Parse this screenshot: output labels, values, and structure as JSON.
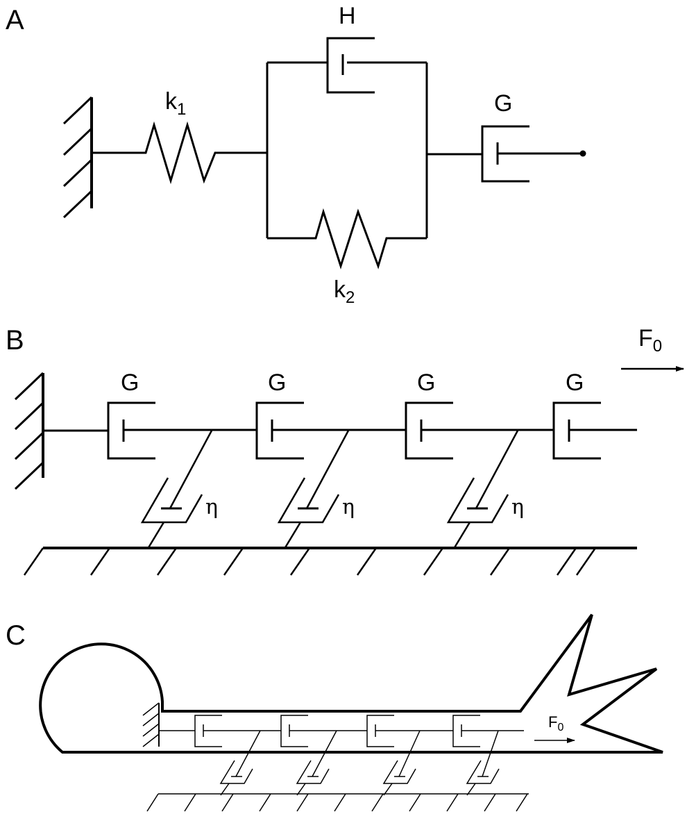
{
  "panels": {
    "a": "A",
    "b": "B",
    "c": "C"
  },
  "panel_a": {
    "spring1": {
      "symbol": "k",
      "subscript": "1"
    },
    "spring2": {
      "symbol": "k",
      "subscript": "2"
    },
    "dashpot_h": "H",
    "dashpot_g": "G"
  },
  "panel_b": {
    "g_labels": [
      "G",
      "G",
      "G",
      "G"
    ],
    "eta_labels": [
      "η",
      "η",
      "η"
    ],
    "force": {
      "symbol": "F",
      "subscript": "0"
    }
  },
  "panel_c": {
    "force": {
      "symbol": "F",
      "subscript": "0"
    }
  }
}
